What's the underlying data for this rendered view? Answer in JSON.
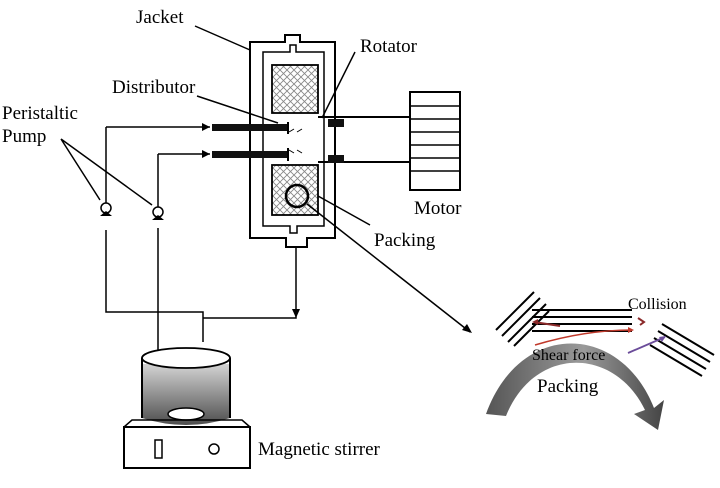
{
  "labels": {
    "jacket": "Jacket",
    "rotator": "Rotator",
    "distributor": "Distributor",
    "peristaltic_pump_line1": "Peristaltic",
    "peristaltic_pump_line2": "Pump",
    "motor": "Motor",
    "packing": "Packing",
    "magnetic_stirrer": "Magnetic stirrer",
    "inset_collision": "Collision",
    "inset_shear_force": "Shear force",
    "inset_packing": "Packing"
  },
  "icons": {
    "packing_mesh": "crosshatch-pattern",
    "pump": "peristaltic-pump-icon",
    "motor": "motor-icon",
    "stirrer": "magnetic-stirrer-icon"
  },
  "colors": {
    "line": "#000000",
    "mesh": "#888888",
    "liquid": "#555555",
    "arc_dark": "#444444",
    "arc_light": "#cfcfcf",
    "collision_arrow": "#8b2a2a",
    "shear_arrow": "#c0392b",
    "purple_arrow": "#6b4c9a"
  }
}
